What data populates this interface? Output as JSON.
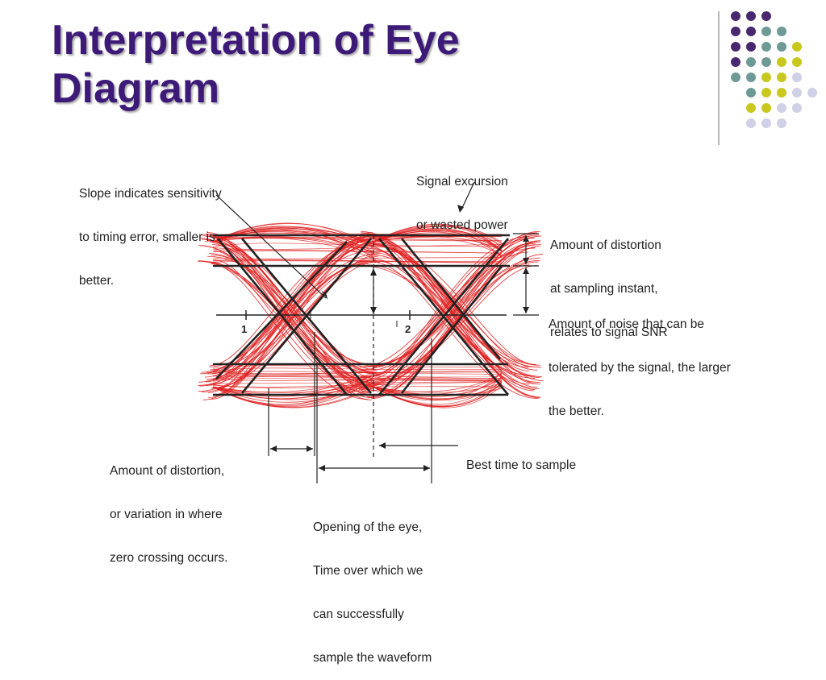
{
  "slide": {
    "title_lines": [
      "Interpretation of Eye",
      "Diagram"
    ],
    "theme_colors": {
      "title": "#3d1a78",
      "trace": "#e02020",
      "axis": "#222222"
    }
  },
  "decor": {
    "dot_rows": [
      [
        "purple",
        "purple",
        "purple"
      ],
      [
        "purple",
        "purple",
        "teal",
        "teal"
      ],
      [
        "purple",
        "purple",
        "teal",
        "teal",
        "olive"
      ],
      [
        "purple",
        "teal",
        "teal",
        "olive",
        "olive"
      ],
      [
        "teal",
        "teal",
        "olive",
        "olive",
        "lavender"
      ],
      [
        "teal",
        "olive",
        "olive",
        "lavender",
        "lavender"
      ],
      [
        "olive",
        "olive",
        "lavender",
        "lavender"
      ],
      [
        "lavender",
        "lavender",
        "lavender"
      ]
    ],
    "dot_colors": {
      "purple": "#4a2870",
      "teal": "#6e9a96",
      "olive": "#c8c81e",
      "lavender": "#d0d0e6"
    }
  },
  "diagram": {
    "axis_ticks": [
      "1",
      "2"
    ],
    "annotations": {
      "slope": [
        "Slope indicates sensitivity",
        "to timing error, smaller is",
        "better."
      ],
      "excursion": [
        "Signal excursion",
        "or wasted power"
      ],
      "distortion_sampling": [
        "Amount of distortion",
        "at sampling instant,",
        "relates to signal SNR"
      ],
      "noise_tolerance": [
        "Amount of noise that can be",
        "tolerated by the signal, the larger",
        "the better."
      ],
      "zero_crossing": [
        "Amount of distortion,",
        "or variation in where",
        "zero crossing occurs."
      ],
      "best_time": [
        "Best time to sample"
      ],
      "eye_opening": [
        "Opening of the eye,",
        "Time over which we",
        "can successfully",
        "sample the waveform"
      ]
    }
  }
}
